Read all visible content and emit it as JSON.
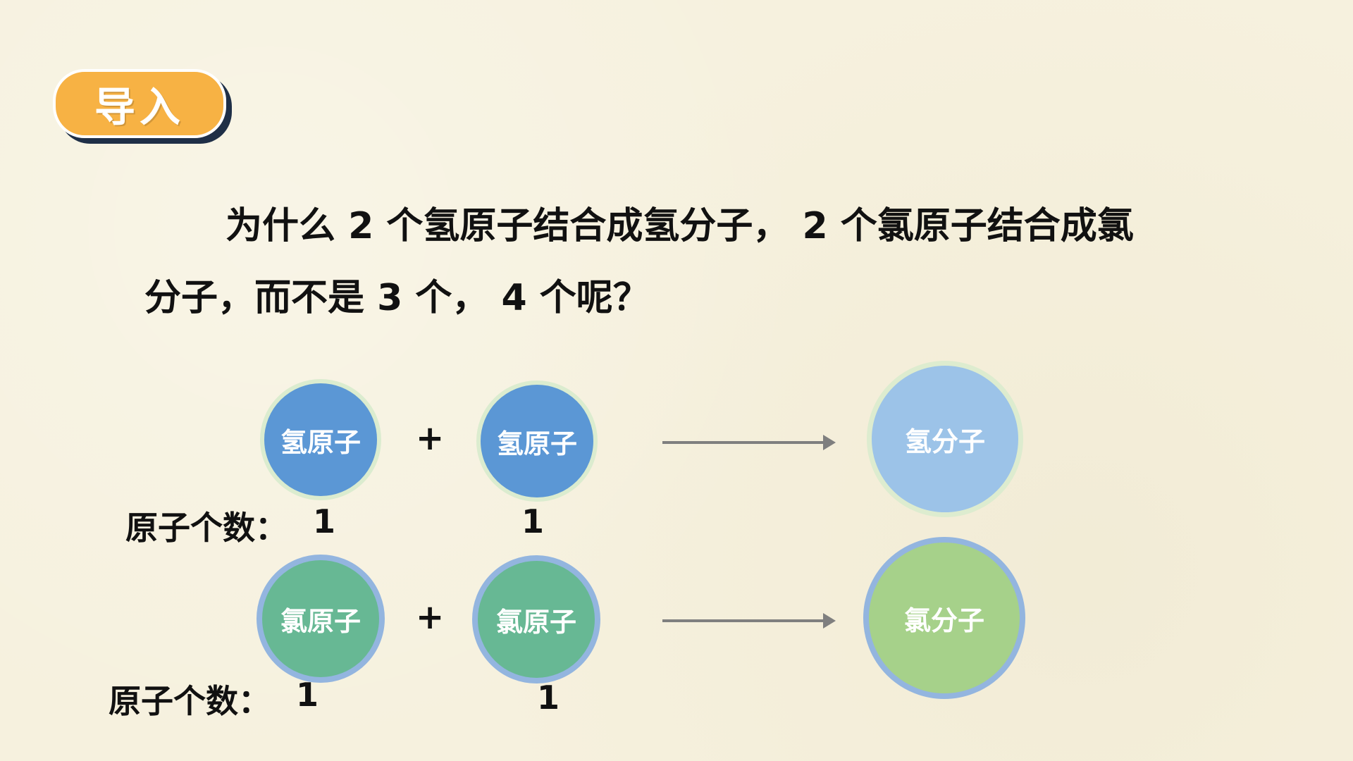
{
  "badge": {
    "label": "导入"
  },
  "question": {
    "line1": "为什么 2 个氢原子结合成氢分子， 2 个氯原子结合成氯",
    "line2": "分子，而不是 3 个， 4 个呢？"
  },
  "rows": [
    {
      "atom1": "氢原子",
      "plus": "+",
      "atom2": "氢原子",
      "molecule": "氢分子",
      "count_label": "原子个数：",
      "count1": "1",
      "count2": "1"
    },
    {
      "atom1": "氯原子",
      "plus": "+",
      "atom2": "氯原子",
      "molecule": "氯分子",
      "count_label": "原子个数：",
      "count1": "1",
      "count2": "1"
    }
  ],
  "colors": {
    "background": "#f6f1de",
    "badge": "#f7b244",
    "hydrogen_atom": "#5b97d5",
    "hydrogen_molecule": "#9cc3e8",
    "chlorine_atom": "#67b894",
    "chlorine_molecule": "#a6d18a",
    "arrow": "#7f7f7f"
  }
}
